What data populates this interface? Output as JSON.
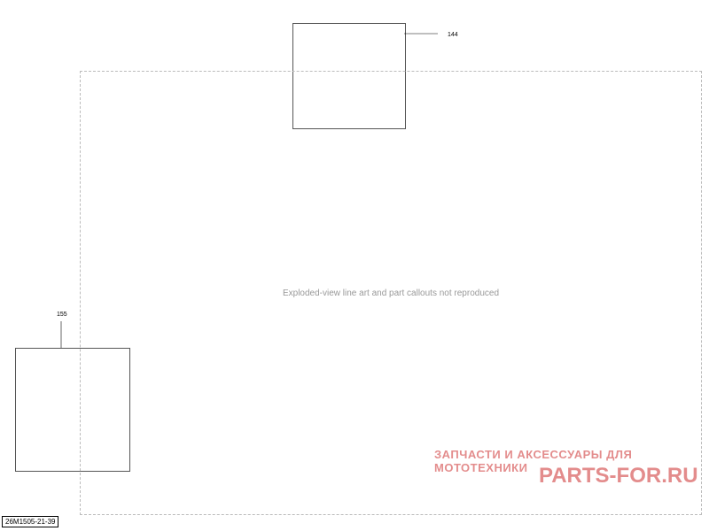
{
  "diagram_code": "26M1505-21-39",
  "inset_top": {
    "callout": "144"
  },
  "inset_bottom": {
    "callout": "155"
  },
  "watermark": {
    "text": "ЗАПЧАСТИ И АКСЕССУАРЫ ДЛЯ МОТОТЕХНИКИ",
    "logo": "PARTS-FOR.RU"
  },
  "placeholder_text": "Exploded-view line art and part callouts not reproduced"
}
